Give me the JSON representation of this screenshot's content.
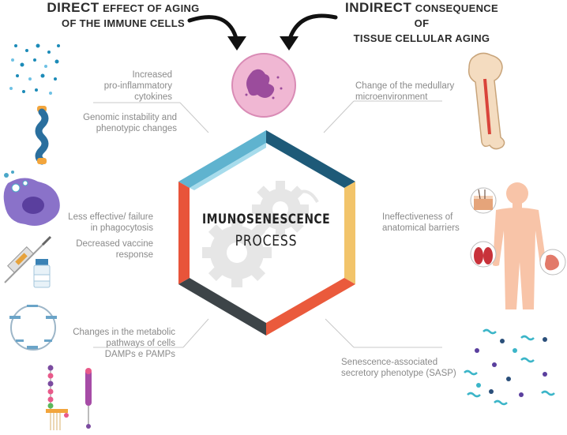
{
  "header": {
    "left_bold": "DIRECT",
    "left_rest": "EFFECT OF AGING",
    "left_line2": "OF THE IMMUNE CELLS",
    "right_bold": "INDIRECT",
    "right_rest": "CONSEQUENCE OF",
    "right_line2": "TISSUE CELLULAR AGING"
  },
  "center": {
    "title": "IMUNOSENESCENCE",
    "subtitle": "PROCESS"
  },
  "left_labels": [
    {
      "line1": "Increased",
      "line2": "pro-inflammatory",
      "line3": "cytokines"
    },
    {
      "line1": "Genomic instability and",
      "line2": "phenotypic changes"
    },
    {
      "line1": "Less effective/ failure",
      "line2": "in phagocytosis"
    },
    {
      "line1": "Decreased vaccine",
      "line2": "response"
    },
    {
      "line1": "Changes in the metabolic",
      "line2": "pathways of cells",
      "line3": "DAMPs e PAMPs"
    }
  ],
  "right_labels": [
    {
      "line1": "Change of the medullary",
      "line2": "microenvironment"
    },
    {
      "line1": "Ineffectiveness of",
      "line2": "anatomical barriers"
    },
    {
      "line1": "Senescence-associated",
      "line2": "secretory phenotype (SASP)"
    }
  ],
  "colors": {
    "hex_top_left": "#5fb3cf",
    "hex_top_right": "#1e5a78",
    "hex_right": "#f2c46a",
    "hex_bottom_right": "#ea5a3c",
    "hex_bottom_left": "#3d4448",
    "hex_left": "#e8543a",
    "gear": "#e6e6e6",
    "label_text": "#8a8a8a"
  }
}
